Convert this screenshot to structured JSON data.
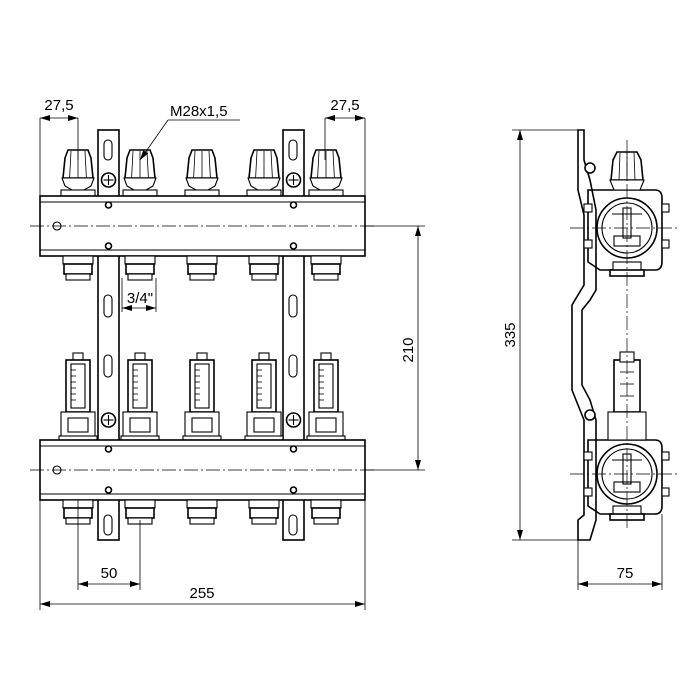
{
  "dimensions": {
    "left_offset": "27,5",
    "right_offset": "27,5",
    "thread": "M28x1,5",
    "outlet_thread": "3/4\"",
    "bar_spacing": "210",
    "outlet_pitch": "50",
    "overall_width": "255",
    "overall_height": "335",
    "depth": "75"
  },
  "outlets": 5
}
